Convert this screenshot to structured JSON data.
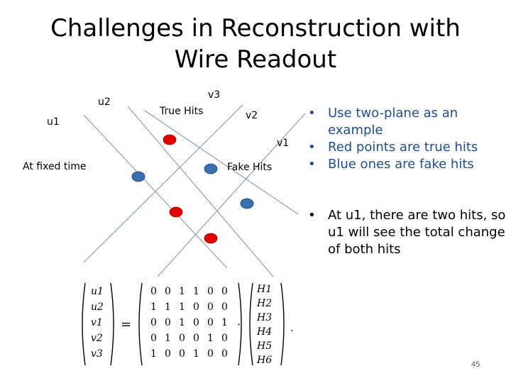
{
  "title_line1": "Challenges in Reconstruction with",
  "title_line2": "Wire Readout",
  "diagram": {
    "label_u2": "u2",
    "label_u1": "u1",
    "label_true_hits": "True Hits",
    "label_v3": "v3",
    "label_v2": "v2",
    "label_v1": "v1",
    "label_fixed_time": "At fixed time",
    "label_fake_hits": "Fake Hits",
    "true_hit_color": "#e00000",
    "fake_hit_color": "#3a6fb0"
  },
  "bullets_top": [
    {
      "text": "Use two-plane as an example",
      "color": "blue"
    },
    {
      "text": "Red points are true hits",
      "color": "blue"
    },
    {
      "text": "Blue ones are fake hits",
      "color": "blue"
    }
  ],
  "bullet_bottom": "At u1, there are two hits, so u1 will see the total change of both hits",
  "matrix": {
    "left_vector": [
      "u1",
      "u2",
      "v1",
      "v2",
      "v3"
    ],
    "rows": [
      [
        "0",
        "0",
        "1",
        "1",
        "0",
        "0"
      ],
      [
        "1",
        "1",
        "1",
        "0",
        "0",
        "0"
      ],
      [
        "0",
        "0",
        "1",
        "0",
        "0",
        "1"
      ],
      [
        "0",
        "1",
        "0",
        "0",
        "1",
        "0"
      ],
      [
        "1",
        "0",
        "0",
        "1",
        "0",
        "0"
      ]
    ],
    "right_vector": [
      "H1",
      "H2",
      "H3",
      "H4",
      "H5",
      "H6"
    ],
    "equals": "=",
    "dot1": "·",
    "dot2": "."
  },
  "page_number": "45"
}
